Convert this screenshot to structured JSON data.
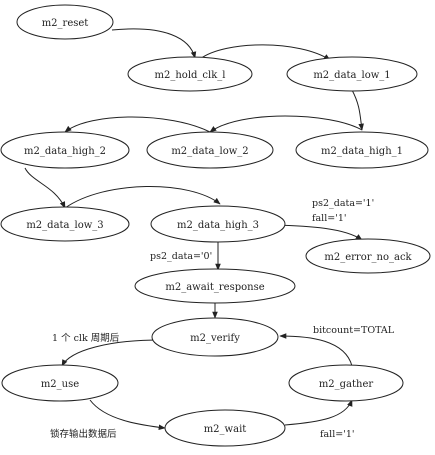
{
  "nodes": {
    "m2_reset": "m2_reset",
    "m2_hold_clk_l": "m2_hold_clk_l",
    "m2_data_low_1": "m2_data_low_1",
    "m2_data_high_2": "m2_data_high_2",
    "m2_data_low_2": "m2_data_low_2",
    "m2_data_high_1": "m2_data_high_1",
    "m2_data_low_3": "m2_data_low_3",
    "m2_data_high_3": "m2_data_high_3",
    "m2_error_no_ack": "m2_error_no_ack",
    "m2_await_response": "m2_await_response",
    "m2_verify": "m2_verify",
    "m2_use": "m2_use",
    "m2_gather": "m2_gather",
    "m2_wait": "m2_wait"
  },
  "edge_labels": {
    "ps2_data_1": "ps2_data='1'",
    "fall_1_top": "fall='1'",
    "ps2_data_0": "ps2_data='0'",
    "clk_period": "1 个 clk 周期后",
    "bitcount": "bitcount=TOTAL",
    "latch_output": "锁存输出数据后",
    "fall_1_bottom": "fall='1'"
  }
}
